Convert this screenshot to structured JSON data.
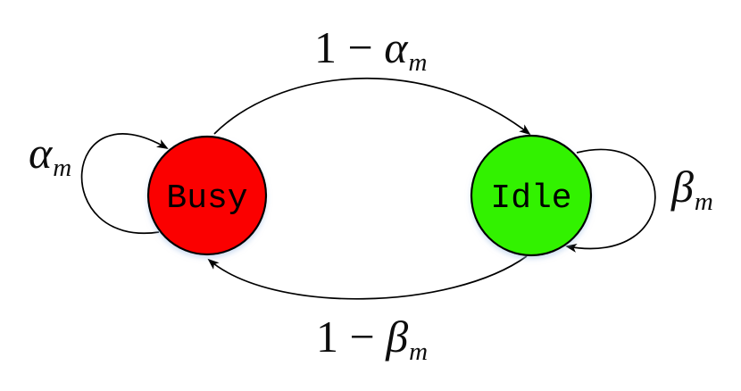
{
  "diagram": {
    "title": "busy-idle two-state markov chain",
    "background_color": "#ffffff",
    "line_color": "#000000",
    "states": [
      {
        "id": "busy",
        "label": "Busy",
        "fill": "#FB0505"
      },
      {
        "id": "idle",
        "label": "Idle",
        "fill": "#33F202"
      }
    ],
    "transitions": [
      {
        "name": "busy-self-loop",
        "from": "Busy",
        "to": "Busy",
        "label": {
          "prefix": "",
          "symbol": "α",
          "sub": "m"
        }
      },
      {
        "name": "busy-to-idle",
        "from": "Busy",
        "to": "Idle",
        "label": {
          "prefix": "1 − ",
          "symbol": "α",
          "sub": "m"
        }
      },
      {
        "name": "idle-self-loop",
        "from": "Idle",
        "to": "Idle",
        "label": {
          "prefix": "",
          "symbol": "β",
          "sub": "m"
        }
      },
      {
        "name": "idle-to-busy",
        "from": "Idle",
        "to": "Busy",
        "label": {
          "prefix": "1 − ",
          "symbol": "β",
          "sub": "m"
        }
      }
    ]
  }
}
